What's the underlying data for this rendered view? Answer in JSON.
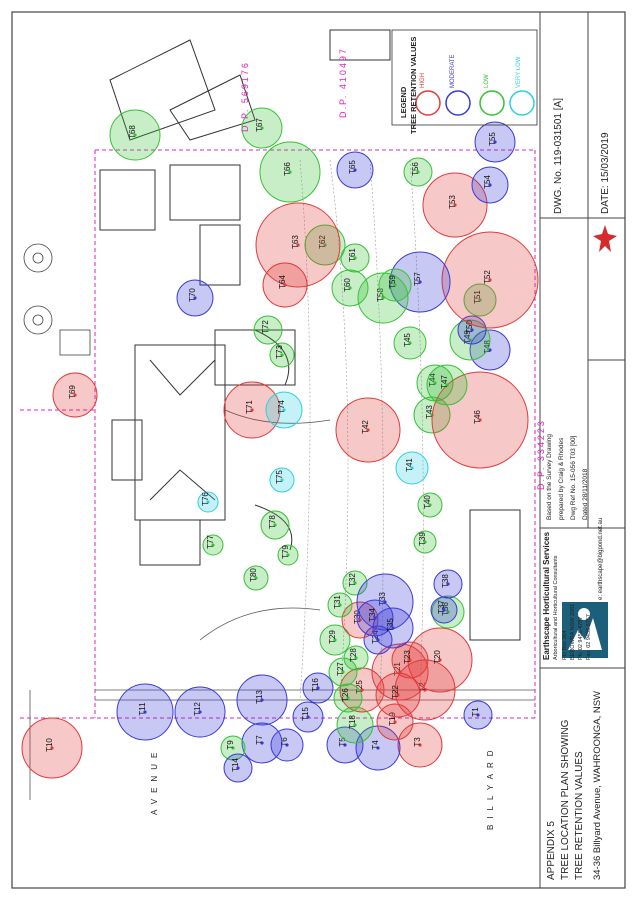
{
  "title_block": {
    "appendix": "APPENDIX 5",
    "title_line1": "TREE LOCATION PLAN SHOWING",
    "title_line2": "TREE RETENTION VALUES",
    "address": "34-36 Billyard Avenue, WAHROONGA, NSW"
  },
  "company": {
    "name": "Earthscape Horticultural Services",
    "tagline": "Arboricultural and Horticultural Consultants",
    "po_box": "PO Box 364",
    "suburb": "BEROWRA NSW 2081",
    "phone": "Ph: 02 9456 4787",
    "fax": "Fax: 02 9456 5757",
    "email": "e: earthscape@bigpond.net.au"
  },
  "survey_notes": {
    "line1": "Based on the Survey Drawing",
    "line2": "prepared by Craig & Rhodes",
    "line3": "Dwg Ref No. 15-056 T03 [00]",
    "line4": "Dated 28/11/2018"
  },
  "dwg_no": "DWG. No. 119-031501 [A]",
  "date": "DATE: 15/03/2019",
  "legend": {
    "heading1": "LEGEND",
    "heading2": "TREE RETENTION VALUES",
    "items": [
      {
        "label": "HIGH",
        "color": "#e23b3b"
      },
      {
        "label": "MODERATE",
        "color": "#3a3ad9"
      },
      {
        "label": "LOW",
        "color": "#35c235"
      },
      {
        "label": "VERY LOW",
        "color": "#2cd0e0"
      }
    ]
  },
  "dp_labels": [
    "D.P. 569176",
    "D.P. 410497",
    "D.P. 334223"
  ],
  "street_names": [
    "AVENUE",
    "BILLYARD"
  ],
  "trees": [
    {
      "id": "T1",
      "value": "moderate"
    },
    {
      "id": "T2",
      "value": "high"
    },
    {
      "id": "T3",
      "value": "high"
    },
    {
      "id": "T4",
      "value": "moderate"
    },
    {
      "id": "T5",
      "value": "moderate"
    },
    {
      "id": "T6",
      "value": "moderate"
    },
    {
      "id": "T7",
      "value": "moderate"
    },
    {
      "id": "T9",
      "value": "low"
    },
    {
      "id": "T10",
      "value": "high"
    },
    {
      "id": "T11",
      "value": "moderate"
    },
    {
      "id": "T12",
      "value": "moderate"
    },
    {
      "id": "T13",
      "value": "moderate"
    },
    {
      "id": "T14",
      "value": "moderate"
    },
    {
      "id": "T15",
      "value": "moderate"
    },
    {
      "id": "T16",
      "value": "moderate"
    },
    {
      "id": "T18",
      "value": "low"
    },
    {
      "id": "T19",
      "value": "high"
    },
    {
      "id": "T20",
      "value": "high"
    },
    {
      "id": "T21",
      "value": "high"
    },
    {
      "id": "T22",
      "value": "high"
    },
    {
      "id": "T23",
      "value": "high"
    },
    {
      "id": "T24",
      "value": "moderate"
    },
    {
      "id": "T25",
      "value": "high"
    },
    {
      "id": "T26",
      "value": "low"
    },
    {
      "id": "T27",
      "value": "low"
    },
    {
      "id": "T28",
      "value": "low"
    },
    {
      "id": "T29",
      "value": "low"
    },
    {
      "id": "T30",
      "value": "high"
    },
    {
      "id": "T31",
      "value": "low"
    },
    {
      "id": "T32",
      "value": "low"
    },
    {
      "id": "T33",
      "value": "moderate"
    },
    {
      "id": "T34",
      "value": "moderate"
    },
    {
      "id": "T35",
      "value": "moderate"
    },
    {
      "id": "T36",
      "value": "low"
    },
    {
      "id": "T37",
      "value": "moderate"
    },
    {
      "id": "T38",
      "value": "moderate"
    },
    {
      "id": "T39",
      "value": "low"
    },
    {
      "id": "T40",
      "value": "low"
    },
    {
      "id": "T41",
      "value": "very-low"
    },
    {
      "id": "T42",
      "value": "high"
    },
    {
      "id": "T43",
      "value": "low"
    },
    {
      "id": "T44",
      "value": "low"
    },
    {
      "id": "T45",
      "value": "low"
    },
    {
      "id": "T46",
      "value": "high"
    },
    {
      "id": "T47",
      "value": "low"
    },
    {
      "id": "T48",
      "value": "moderate"
    },
    {
      "id": "T49",
      "value": "low"
    },
    {
      "id": "T50",
      "value": "moderate"
    },
    {
      "id": "T51",
      "value": "low"
    },
    {
      "id": "T52",
      "value": "high"
    },
    {
      "id": "T53",
      "value": "high"
    },
    {
      "id": "T54",
      "value": "moderate"
    },
    {
      "id": "T55",
      "value": "moderate"
    },
    {
      "id": "T56",
      "value": "low"
    },
    {
      "id": "T57",
      "value": "moderate"
    },
    {
      "id": "T58",
      "value": "low"
    },
    {
      "id": "T59",
      "value": "low"
    },
    {
      "id": "T60",
      "value": "low"
    },
    {
      "id": "T61",
      "value": "low"
    },
    {
      "id": "T62",
      "value": "low"
    },
    {
      "id": "T63",
      "value": "high"
    },
    {
      "id": "T64",
      "value": "high"
    },
    {
      "id": "T65",
      "value": "moderate"
    },
    {
      "id": "T66",
      "value": "low"
    },
    {
      "id": "T67",
      "value": "low"
    },
    {
      "id": "T68",
      "value": "low"
    },
    {
      "id": "T69",
      "value": "high"
    },
    {
      "id": "T70",
      "value": "moderate"
    },
    {
      "id": "T71",
      "value": "high"
    },
    {
      "id": "T72",
      "value": "low"
    },
    {
      "id": "T73",
      "value": "low"
    },
    {
      "id": "T74",
      "value": "very-low"
    },
    {
      "id": "T75",
      "value": "very-low"
    },
    {
      "id": "T76",
      "value": "very-low"
    },
    {
      "id": "T77",
      "value": "low"
    },
    {
      "id": "T78",
      "value": "low"
    },
    {
      "id": "T79",
      "value": "low"
    },
    {
      "id": "T80",
      "value": "low"
    }
  ]
}
